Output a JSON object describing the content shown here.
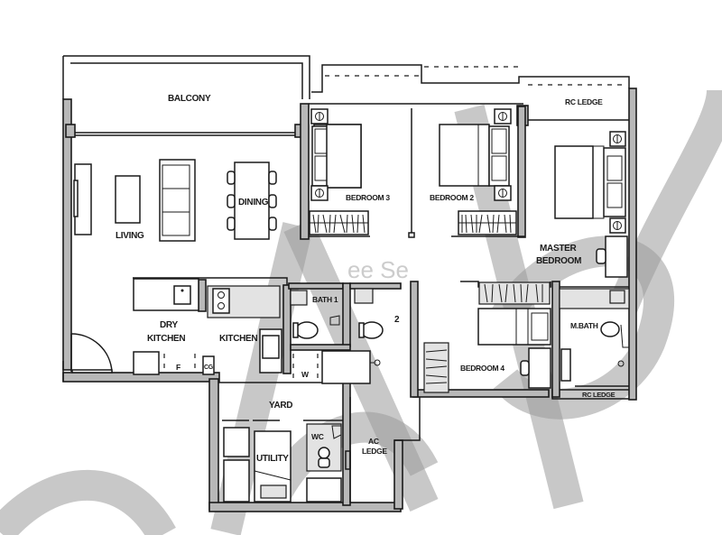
{
  "floor_plan": {
    "rooms": {
      "balcony": "BALCONY",
      "living": "LIVING",
      "dining": "DINING",
      "bedroom3": "BEDROOM 3",
      "bedroom2": "BEDROOM 2",
      "rc_ledge_top": "RC LEDGE",
      "master_bedroom_line1": "MASTER",
      "master_bedroom_line2": "BEDROOM",
      "dry_kitchen_line1": "DRY",
      "dry_kitchen_line2": "KITCHEN",
      "kitchen": "KITCHEN",
      "bath1": "BATH 1",
      "bath2": "2",
      "washer": "W",
      "fridge": "F",
      "cabinet": "CG",
      "bedroom4": "BEDROOM 4",
      "master_bath": "M.BATH",
      "rc_ledge_bottom": "RC LEDGE",
      "yard": "YARD",
      "utility": "UTILITY",
      "wc": "WC",
      "ac_ledge_line1": "AC",
      "ac_ledge_line2": "LEDGE"
    },
    "icons": [
      "bedside-lamp-icon",
      "bed-icon",
      "wardrobe-icon",
      "sofa-icon",
      "dining-table-icon",
      "toilet-icon",
      "sink-icon",
      "stove-icon",
      "door-swing-icon"
    ],
    "colors": {
      "wall": "#b8b8b8",
      "line": "#1a1a1a",
      "background": "#ffffff",
      "watermark": "#9a9a9a"
    }
  },
  "watermark": {
    "text": "ee Se"
  }
}
